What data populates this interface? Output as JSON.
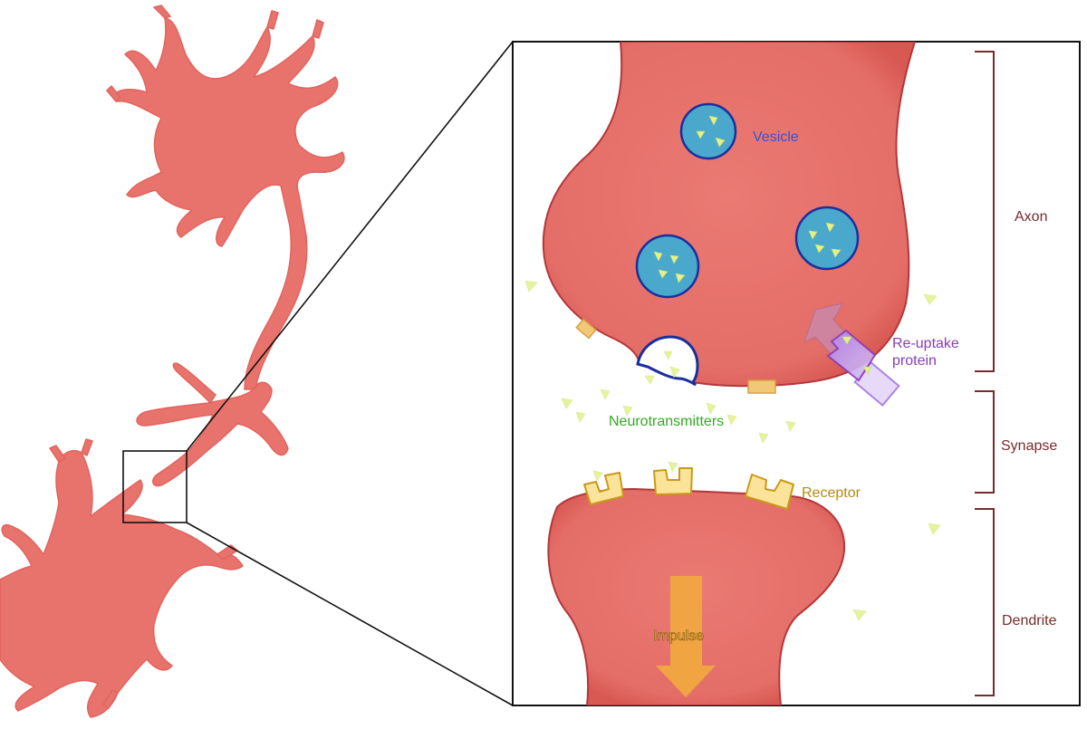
{
  "labels": {
    "vesicle": "Vesicle",
    "reuptake_line1": "Re-uptake",
    "reuptake_line2": "protein",
    "neurotransmitters": "Neurotransmitters",
    "receptor": "Receptor",
    "impulse": "Impulse",
    "axon": "Axon",
    "synapse": "Synapse",
    "dendrite": "Dendrite"
  },
  "colors": {
    "neuron_fill": "#e8736d",
    "neuron_stroke": "#b63a3a",
    "vesicle_fill": "#4aa8cc",
    "vesicle_stroke": "#1a2f9e",
    "neurotransmitter": "#e2f18c",
    "receptor_fill": "#fbe49a",
    "receptor_stroke": "#c99a16",
    "reuptake_color": "#8b3bb8",
    "impulse_arrow": "#f0a640",
    "bracket_color": "#7a2a2a",
    "vesicle_label": "#3355dd",
    "neurotransmitter_label": "#33aa22",
    "receptor_label": "#b58a12"
  }
}
